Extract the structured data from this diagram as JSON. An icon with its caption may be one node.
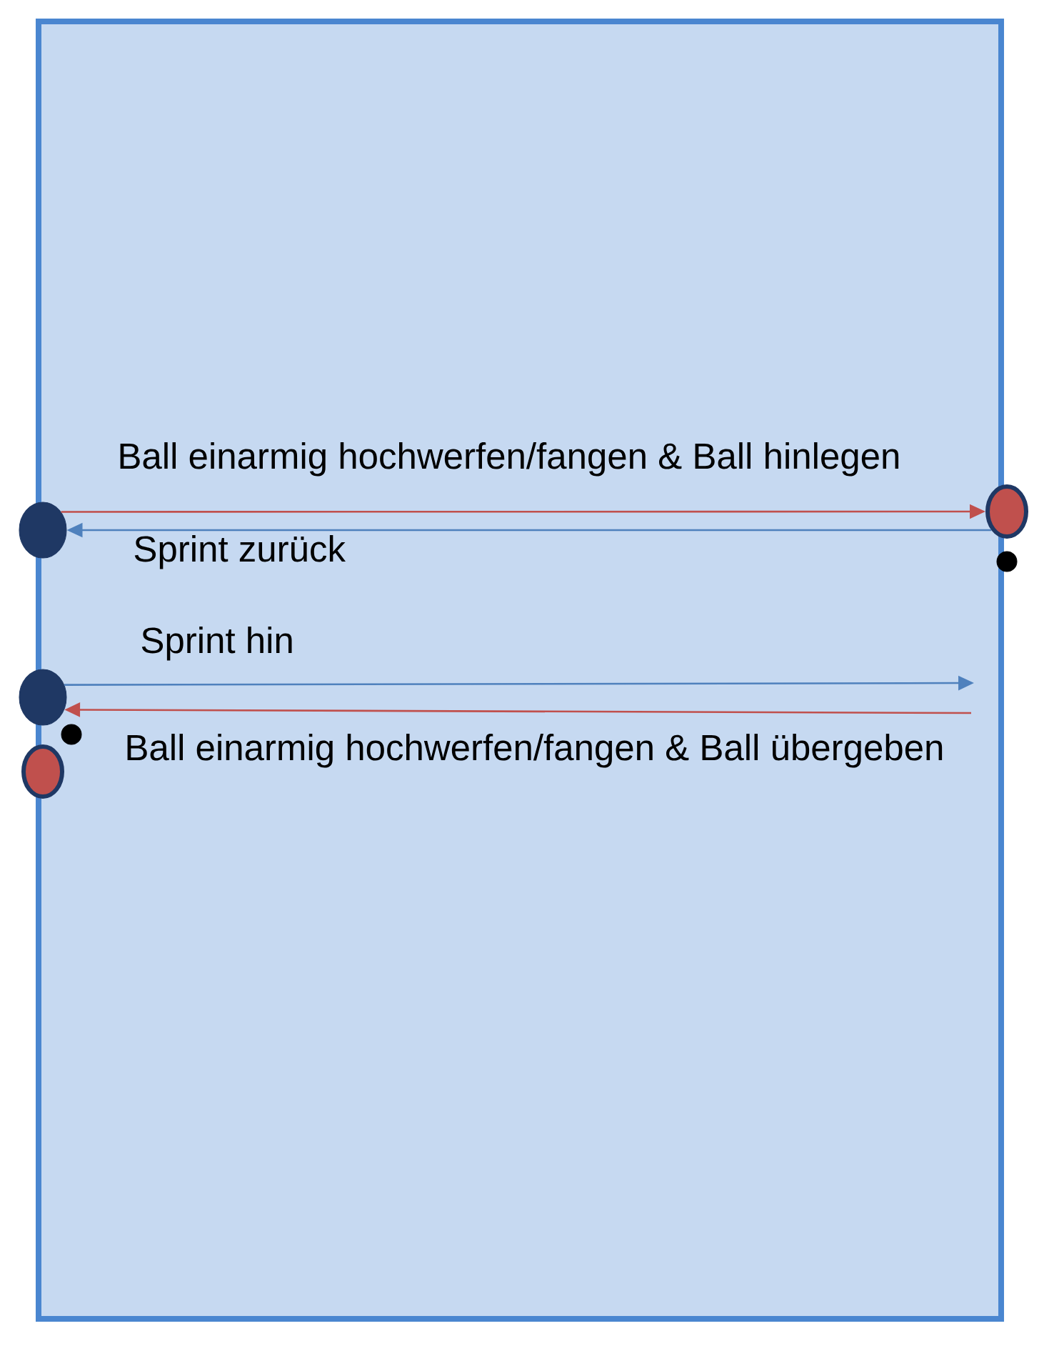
{
  "diagram": {
    "nodes": [
      {
        "text": [],
        "shape": "box"
      },
      {
        "text": [],
        "shape": "circle"
      },
      {
        "text": [],
        "shape": "circle"
      },
      {
        "text": [],
        "shape": "circle"
      },
      {
        "text": [],
        "shape": "circle"
      },
      {
        "text": [],
        "shape": "circle",
        "in": 0
      },
      {
        "text": [],
        "shape": "circle"
      }
    ],
    "edges": [
      {
        "from": 1,
        "to": 2,
        "arrow": "to",
        "label": "Ball einarmig hochwerfen/fangen & Ball hinlegen",
        "color": "#c0504d"
      },
      {
        "from": 2,
        "to": 1,
        "arrow": "to",
        "label": "Sprint zurück",
        "color": "#4f81bd"
      },
      {
        "from": 4,
        "to": null,
        "arrow": "to",
        "label": "Sprint hin",
        "color": "#4f81bd"
      },
      {
        "from": null,
        "to": 4,
        "arrow": "to",
        "label": "Ball einarmig hochwerfen/fangen & Ball übergeben",
        "color": "#c0504d"
      }
    ]
  }
}
